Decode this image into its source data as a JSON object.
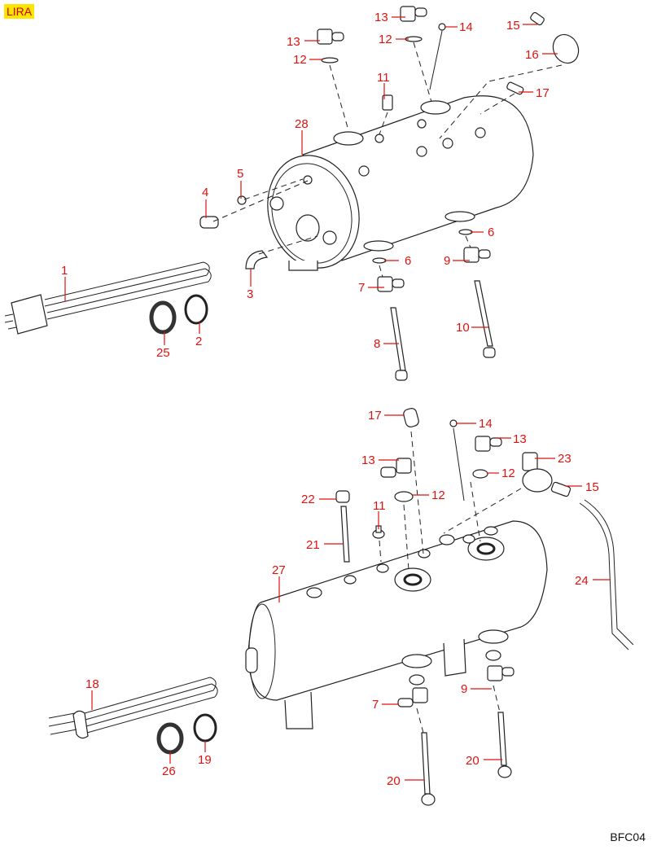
{
  "header": {
    "model_badge": "LIRA"
  },
  "footer": {
    "drawing_code": "BFC04"
  },
  "diagram": {
    "title": "Boiler exploded parts diagram",
    "assemblies": [
      {
        "name": "upper-boiler",
        "callouts": [
          {
            "num": "1",
            "part": "heating element"
          },
          {
            "num": "2",
            "part": "gasket"
          },
          {
            "num": "25",
            "part": "gasket (dark)"
          },
          {
            "num": "3",
            "part": "elbow fitting"
          },
          {
            "num": "4",
            "part": "elbow fitting"
          },
          {
            "num": "5",
            "part": "plug"
          },
          {
            "num": "6",
            "part": "washer"
          },
          {
            "num": "6",
            "part": "washer"
          },
          {
            "num": "7",
            "part": "tee fitting"
          },
          {
            "num": "8",
            "part": "tube"
          },
          {
            "num": "9",
            "part": "tee fitting"
          },
          {
            "num": "10",
            "part": "tube"
          },
          {
            "num": "11",
            "part": "fitting"
          },
          {
            "num": "12",
            "part": "washer"
          },
          {
            "num": "12",
            "part": "washer"
          },
          {
            "num": "13",
            "part": "elbow fitting"
          },
          {
            "num": "13",
            "part": "elbow fitting"
          },
          {
            "num": "14",
            "part": "probe"
          },
          {
            "num": "15",
            "part": "fitting"
          },
          {
            "num": "16",
            "part": "valve"
          },
          {
            "num": "17",
            "part": "fitting"
          },
          {
            "num": "28",
            "part": "boiler"
          }
        ]
      },
      {
        "name": "lower-boiler",
        "callouts": [
          {
            "num": "17",
            "part": "fitting"
          },
          {
            "num": "14",
            "part": "probe"
          },
          {
            "num": "13",
            "part": "elbow fitting"
          },
          {
            "num": "13",
            "part": "elbow fitting"
          },
          {
            "num": "23",
            "part": "valve"
          },
          {
            "num": "12",
            "part": "washer"
          },
          {
            "num": "12",
            "part": "washer"
          },
          {
            "num": "15",
            "part": "fitting"
          },
          {
            "num": "22",
            "part": "plug"
          },
          {
            "num": "11",
            "part": "fitting"
          },
          {
            "num": "21",
            "part": "tube"
          },
          {
            "num": "24",
            "part": "hose"
          },
          {
            "num": "27",
            "part": "boiler"
          },
          {
            "num": "18",
            "part": "heating element"
          },
          {
            "num": "7",
            "part": "tee fitting"
          },
          {
            "num": "9",
            "part": "tee fitting"
          },
          {
            "num": "20",
            "part": "tube"
          },
          {
            "num": "20",
            "part": "tube"
          },
          {
            "num": "26",
            "part": "gasket (dark)"
          },
          {
            "num": "19",
            "part": "gasket"
          }
        ]
      }
    ]
  }
}
